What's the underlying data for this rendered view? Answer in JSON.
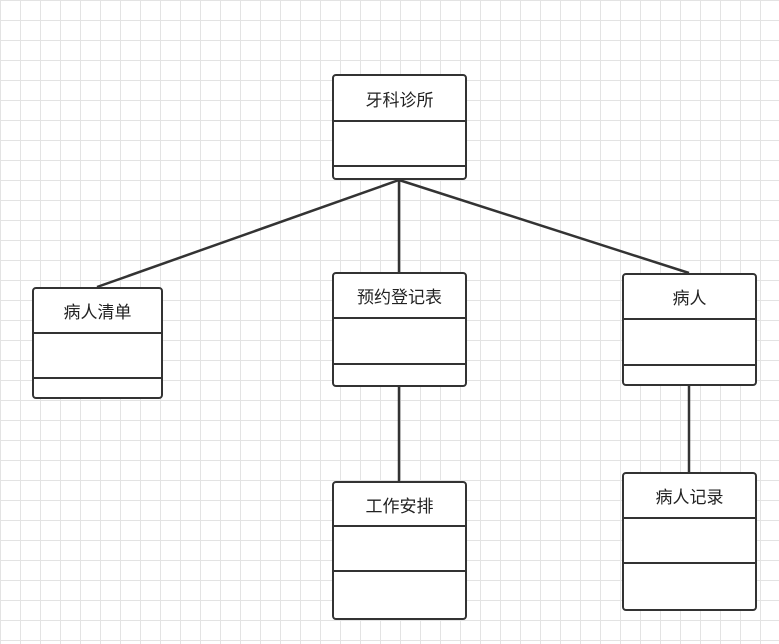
{
  "diagram": {
    "classes": [
      {
        "id": "clinic",
        "name": "牙科诊所"
      },
      {
        "id": "patient-list",
        "name": "病人清单"
      },
      {
        "id": "appointment",
        "name": "预约登记表"
      },
      {
        "id": "patient",
        "name": "病人"
      },
      {
        "id": "schedule",
        "name": "工作安排"
      },
      {
        "id": "patient-record",
        "name": "病人记录"
      }
    ],
    "links": [
      {
        "from": "clinic",
        "to": "patient-list"
      },
      {
        "from": "clinic",
        "to": "appointment"
      },
      {
        "from": "clinic",
        "to": "patient"
      },
      {
        "from": "appointment",
        "to": "schedule"
      },
      {
        "from": "patient",
        "to": "patient-record"
      }
    ]
  }
}
